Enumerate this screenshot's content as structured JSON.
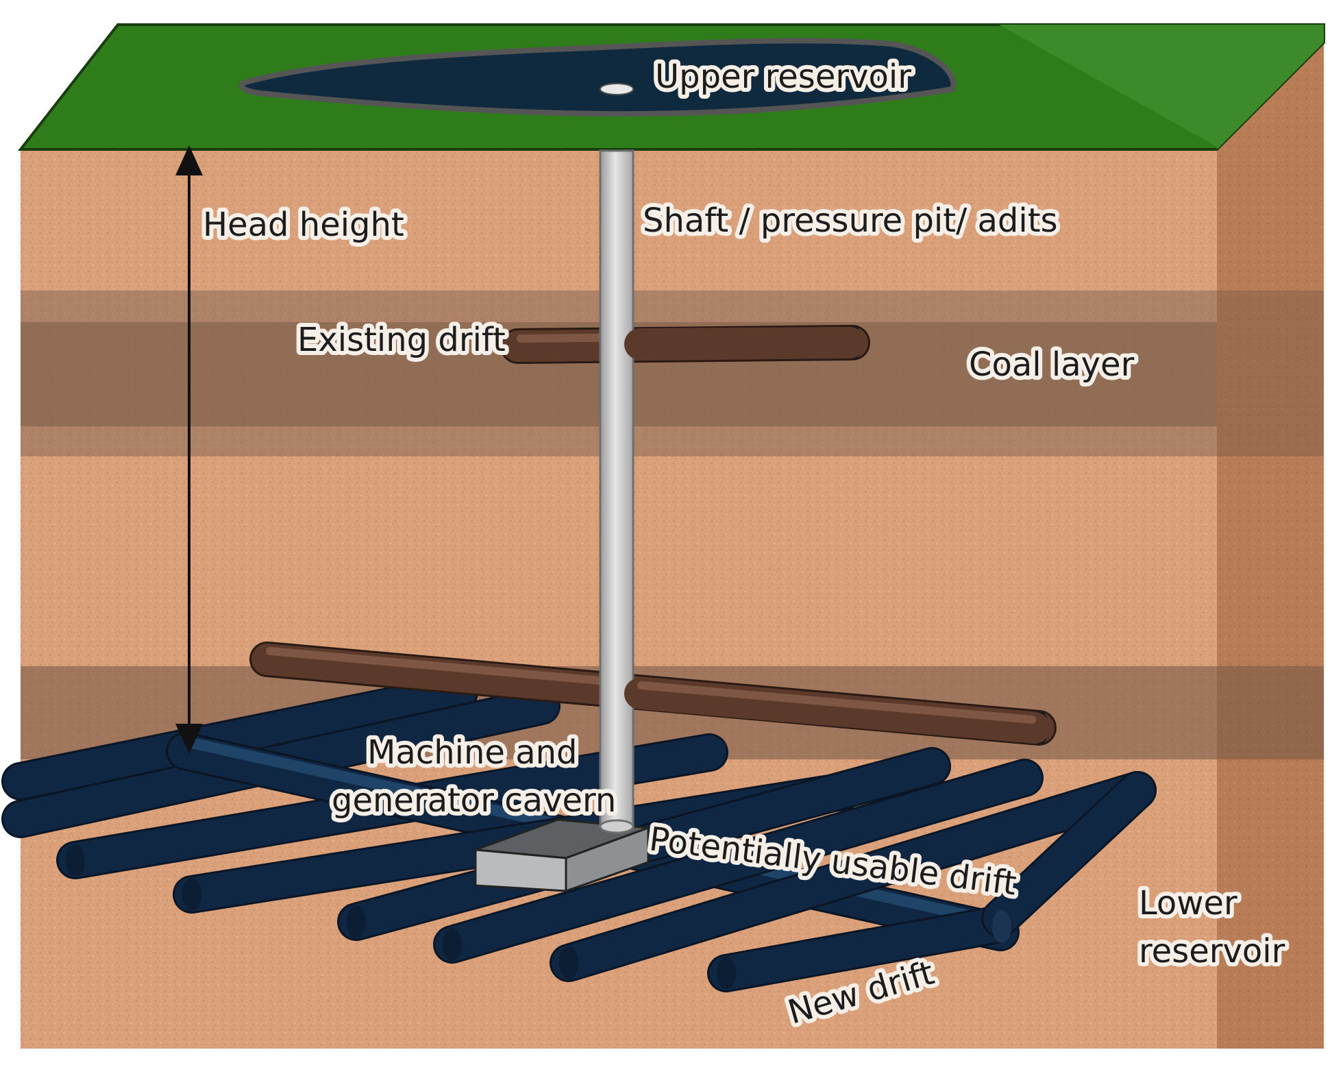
{
  "figure": {
    "colors": {
      "ground_surface": "#2e7d1a",
      "soil": "#d9a07a",
      "soil_side": "#b57a55",
      "coal_layer": "#8a6a55",
      "reservoir_water": "#0f2a3e",
      "shaft": "#c9c9c9",
      "existing_drift": "#5b3a2c",
      "new_drift": "#102743",
      "cavern": "#9fa2a4"
    },
    "labels": {
      "upper_reservoir": "Upper reservoir",
      "head_height": "Head height",
      "shaft": "Shaft / pressure pit/ adits",
      "existing_drift": "Existing drift",
      "coal_layer": "Coal layer",
      "machine_cavern_line1": "Machine and",
      "machine_cavern_line2": "generator cavern",
      "potentially_usable_drift": "Potentially usable drift",
      "lower_reservoir_line1": "Lower",
      "lower_reservoir_line2": "reservoir",
      "new_drift": "New drift"
    }
  }
}
